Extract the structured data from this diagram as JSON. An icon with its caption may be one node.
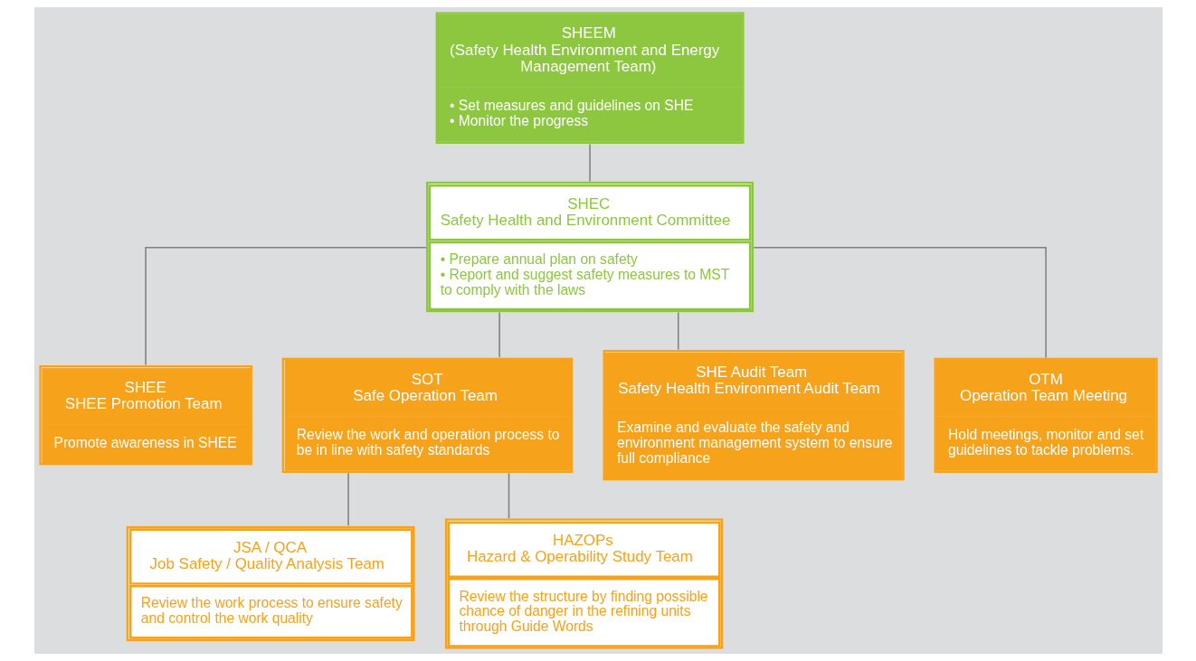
{
  "diagram": {
    "nodes": [
      {
        "text": [
          "SHEEM",
          "(Safety Health Environment and Energy Management Team)",
          "• Set measures and guidelines on SHE",
          "• Monitor the progress"
        ]
      },
      {
        "text": [
          "SHEC",
          "Safety Health and Environment Committee",
          "• Prepare annual plan on safety",
          "• Report and suggest safety measures to MST to comply with the laws"
        ]
      },
      {
        "text": [
          "SHEE",
          "SHEE Promotion Team",
          "Promote awareness in SHEE"
        ]
      },
      {
        "text": [
          "SOT",
          "Safe Operation Team",
          "Review the work and operation process to be in line with safety standards"
        ]
      },
      {
        "text": [
          "SHE Audit Team",
          "Safety Health Environment Audit Team",
          "Examine and evaluate the safety and environment management system to ensure full compliance"
        ]
      },
      {
        "text": [
          "OTM",
          "Operation Team Meeting",
          "Hold meetings, monitor and set guidelines to tackle problems."
        ]
      },
      {
        "text": [
          "JSA / QCA",
          "Job Safety / Quality Analysis Team",
          "Review the work process to ensure safety and control the work quality"
        ]
      },
      {
        "text": [
          "HAZOPs",
          "Hazard & Operability Study Team",
          "Review the structure by finding possible chance of danger in the refining units through Guide Words"
        ]
      }
    ],
    "edges": [
      {
        "from": 0,
        "to": 1,
        "arrow": "none"
      },
      {
        "from": 1,
        "to": 2,
        "arrow": "none"
      },
      {
        "from": 1,
        "to": 3,
        "arrow": "none"
      },
      {
        "from": 1,
        "to": 4,
        "arrow": "none"
      },
      {
        "from": 1,
        "to": 5,
        "arrow": "none"
      },
      {
        "from": 3,
        "to": 6,
        "arrow": "none"
      },
      {
        "from": 3,
        "to": 7,
        "arrow": "none"
      }
    ]
  }
}
